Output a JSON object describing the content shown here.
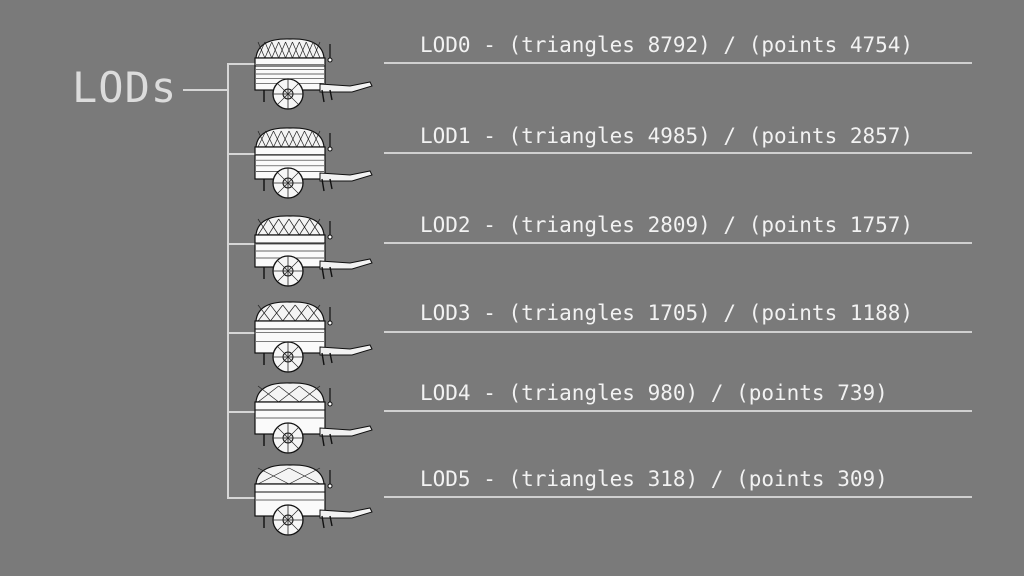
{
  "title": "LODs",
  "lods": [
    {
      "label": "LOD0 - (triangles 8792) / (points 4754)"
    },
    {
      "label": "LOD1 - (triangles 4985) / (points 2857)"
    },
    {
      "label": "LOD2 - (triangles 2809) / (points 1757)"
    },
    {
      "label": "LOD3 - (triangles 1705) / (points 1188)"
    },
    {
      "label": "LOD4 - (triangles 980) / (points 739)"
    },
    {
      "label": "LOD5 - (triangles 318) / (points 309)"
    }
  ],
  "colors": {
    "background": "#7a7a7a",
    "line": "#d0d0d0",
    "text": "#f2f2f2"
  }
}
